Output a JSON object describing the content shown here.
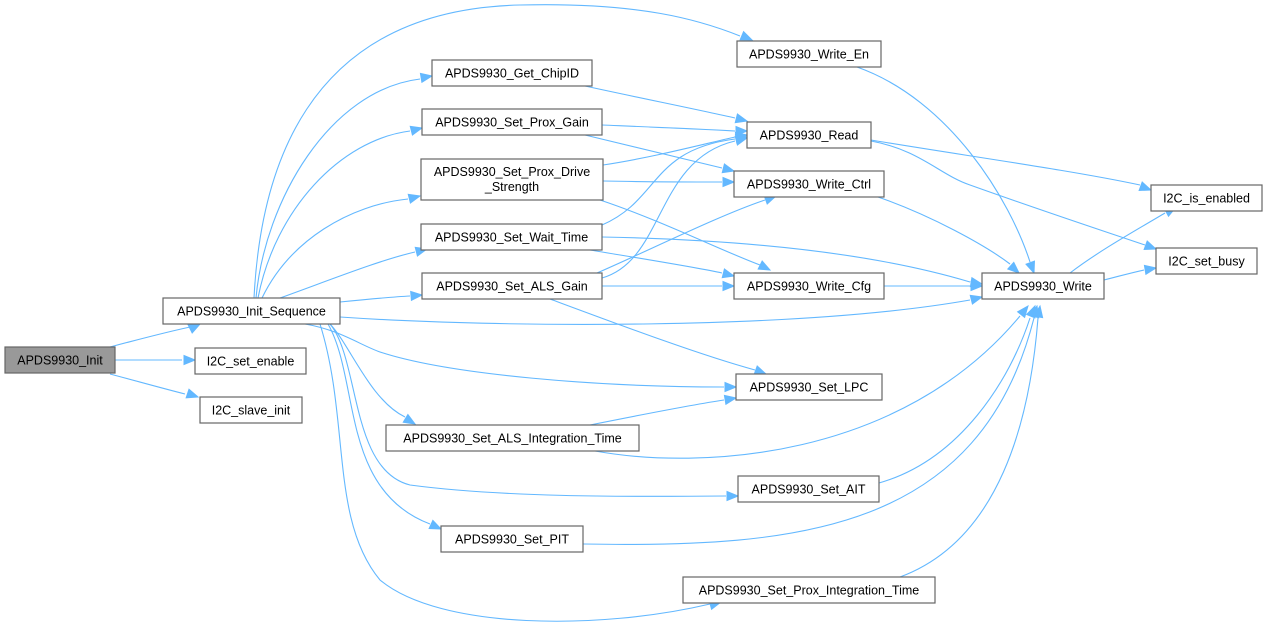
{
  "diagram": {
    "type": "call-graph",
    "colors": {
      "edge": "#63b8ff",
      "node_fill": "#ffffff",
      "node_border": "#666666",
      "root_fill": "#999999",
      "text": "#000000"
    },
    "nodes": [
      {
        "id": "init",
        "label": "APDS9930_Init",
        "root": true
      },
      {
        "id": "init_seq",
        "label": "APDS9930_Init_Sequence"
      },
      {
        "id": "i2c_set_enable",
        "label": "I2C_set_enable"
      },
      {
        "id": "i2c_slave_init",
        "label": "I2C_slave_init"
      },
      {
        "id": "get_chipid",
        "label": "APDS9930_Get_ChipID"
      },
      {
        "id": "set_prox_gain",
        "label": "APDS9930_Set_Prox_Gain"
      },
      {
        "id": "set_prox_drive",
        "label": "APDS9930_Set_Prox_Drive",
        "label2": "_Strength"
      },
      {
        "id": "set_wait_time",
        "label": "APDS9930_Set_Wait_Time"
      },
      {
        "id": "set_als_gain",
        "label": "APDS9930_Set_ALS_Gain"
      },
      {
        "id": "set_als_int",
        "label": "APDS9930_Set_ALS_Integration_Time"
      },
      {
        "id": "set_pit",
        "label": "APDS9930_Set_PIT"
      },
      {
        "id": "write_en",
        "label": "APDS9930_Write_En"
      },
      {
        "id": "read",
        "label": "APDS9930_Read"
      },
      {
        "id": "write_ctrl",
        "label": "APDS9930_Write_Ctrl"
      },
      {
        "id": "write_cfg",
        "label": "APDS9930_Write_Cfg"
      },
      {
        "id": "set_lpc",
        "label": "APDS9930_Set_LPC"
      },
      {
        "id": "set_ait",
        "label": "APDS9930_Set_AIT"
      },
      {
        "id": "set_prox_int",
        "label": "APDS9930_Set_Prox_Integration_Time"
      },
      {
        "id": "write",
        "label": "APDS9930_Write"
      },
      {
        "id": "i2c_is_enabled",
        "label": "I2C_is_enabled"
      },
      {
        "id": "i2c_set_busy",
        "label": "I2C_set_busy"
      }
    ],
    "edges": [
      {
        "from": "init",
        "to": "init_seq"
      },
      {
        "from": "init",
        "to": "i2c_set_enable"
      },
      {
        "from": "init",
        "to": "i2c_slave_init"
      },
      {
        "from": "init_seq",
        "to": "write_en"
      },
      {
        "from": "init_seq",
        "to": "get_chipid"
      },
      {
        "from": "init_seq",
        "to": "set_prox_gain"
      },
      {
        "from": "init_seq",
        "to": "set_prox_drive"
      },
      {
        "from": "init_seq",
        "to": "set_wait_time"
      },
      {
        "from": "init_seq",
        "to": "set_als_gain"
      },
      {
        "from": "init_seq",
        "to": "write"
      },
      {
        "from": "init_seq",
        "to": "set_lpc"
      },
      {
        "from": "init_seq",
        "to": "set_als_int"
      },
      {
        "from": "init_seq",
        "to": "set_ait"
      },
      {
        "from": "init_seq",
        "to": "set_pit"
      },
      {
        "from": "init_seq",
        "to": "set_prox_int"
      },
      {
        "from": "get_chipid",
        "to": "read"
      },
      {
        "from": "set_prox_gain",
        "to": "read"
      },
      {
        "from": "set_prox_gain",
        "to": "write_ctrl"
      },
      {
        "from": "set_prox_drive",
        "to": "read"
      },
      {
        "from": "set_prox_drive",
        "to": "write_ctrl"
      },
      {
        "from": "set_prox_drive",
        "to": "write_cfg"
      },
      {
        "from": "set_wait_time",
        "to": "read"
      },
      {
        "from": "set_wait_time",
        "to": "write"
      },
      {
        "from": "set_wait_time",
        "to": "write_cfg"
      },
      {
        "from": "set_als_gain",
        "to": "read"
      },
      {
        "from": "set_als_gain",
        "to": "write_ctrl"
      },
      {
        "from": "set_als_gain",
        "to": "write_cfg"
      },
      {
        "from": "set_als_gain",
        "to": "set_lpc"
      },
      {
        "from": "set_als_int",
        "to": "set_lpc"
      },
      {
        "from": "set_als_int",
        "to": "write"
      },
      {
        "from": "set_ait",
        "to": "write"
      },
      {
        "from": "set_pit",
        "to": "write"
      },
      {
        "from": "set_prox_int",
        "to": "write"
      },
      {
        "from": "write_en",
        "to": "write"
      },
      {
        "from": "read",
        "to": "i2c_is_enabled"
      },
      {
        "from": "read",
        "to": "i2c_set_busy"
      },
      {
        "from": "write_ctrl",
        "to": "write"
      },
      {
        "from": "write_cfg",
        "to": "write"
      },
      {
        "from": "write",
        "to": "i2c_is_enabled"
      },
      {
        "from": "write",
        "to": "i2c_set_busy"
      }
    ]
  }
}
